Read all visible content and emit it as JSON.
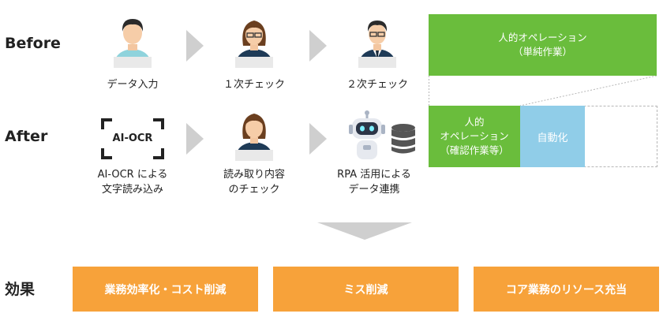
{
  "rows": {
    "before": "Before",
    "after": "After",
    "effect": "効果"
  },
  "before_steps": [
    {
      "caption": "データ入力"
    },
    {
      "caption": "１次チェック"
    },
    {
      "caption": "２次チェック"
    }
  ],
  "after_steps": [
    {
      "icon_text": "AI-OCR",
      "caption_line1": "AI-OCR による",
      "caption_line2": "文字読み込み"
    },
    {
      "caption_line1": "読み取り内容",
      "caption_line2": "のチェック"
    },
    {
      "caption_line1": "RPA 活用による",
      "caption_line2": "データ連携"
    }
  ],
  "before_bar": {
    "line1": "人的オペレーション",
    "line2": "（単純作業）"
  },
  "after_bar": {
    "green_line1": "人的",
    "green_line2": "オペレーション",
    "green_line3": "（確認作業等）",
    "blue": "自動化"
  },
  "effects": [
    "業務効率化・コスト削減",
    "ミス削減",
    "コア業務のリソース充当"
  ],
  "colors": {
    "green": "#6abd3c",
    "blue": "#90cde8",
    "orange": "#f7a23a",
    "chevron": "#cfcfcf",
    "person_shirt": "#1f3b57",
    "person_shirt_light": "#8fd3dc"
  }
}
